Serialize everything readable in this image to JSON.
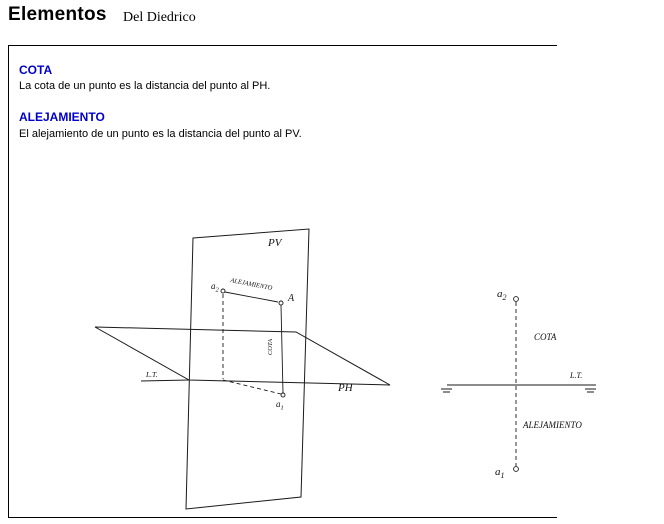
{
  "header": {
    "title": "Elementos",
    "subtitle": "Del Diedrico"
  },
  "definitions": {
    "cota_heading": "COTA",
    "cota_text": "La cota de un punto es la distancia del punto al PH.",
    "alejamiento_heading": "ALEJAMIENTO",
    "alejamiento_text": "El alejamiento de un punto es la distancia del punto al PV."
  },
  "diagram_3d": {
    "plane_vertical_label": "PV",
    "plane_horizontal_label": "PH",
    "ground_line_label": "L.T.",
    "point_label": "A",
    "projection_base": "a",
    "vertical_projection_sub": "2",
    "horizontal_projection_sub": "1",
    "cota_label": "COTA",
    "alejamiento_label": "ALEJAMIENTO"
  },
  "diagram_2d": {
    "ground_line_label": "L.T.",
    "projection_base": "a",
    "vertical_projection_sub": "2",
    "horizontal_projection_sub": "1",
    "cota_label": "COTA",
    "alejamiento_label": "ALEJAMIENTO"
  },
  "colors": {
    "heading_blue": "#0000c8",
    "text": "#000000",
    "line": "#1a1a1a",
    "border": "#000000",
    "background": "#ffffff"
  }
}
